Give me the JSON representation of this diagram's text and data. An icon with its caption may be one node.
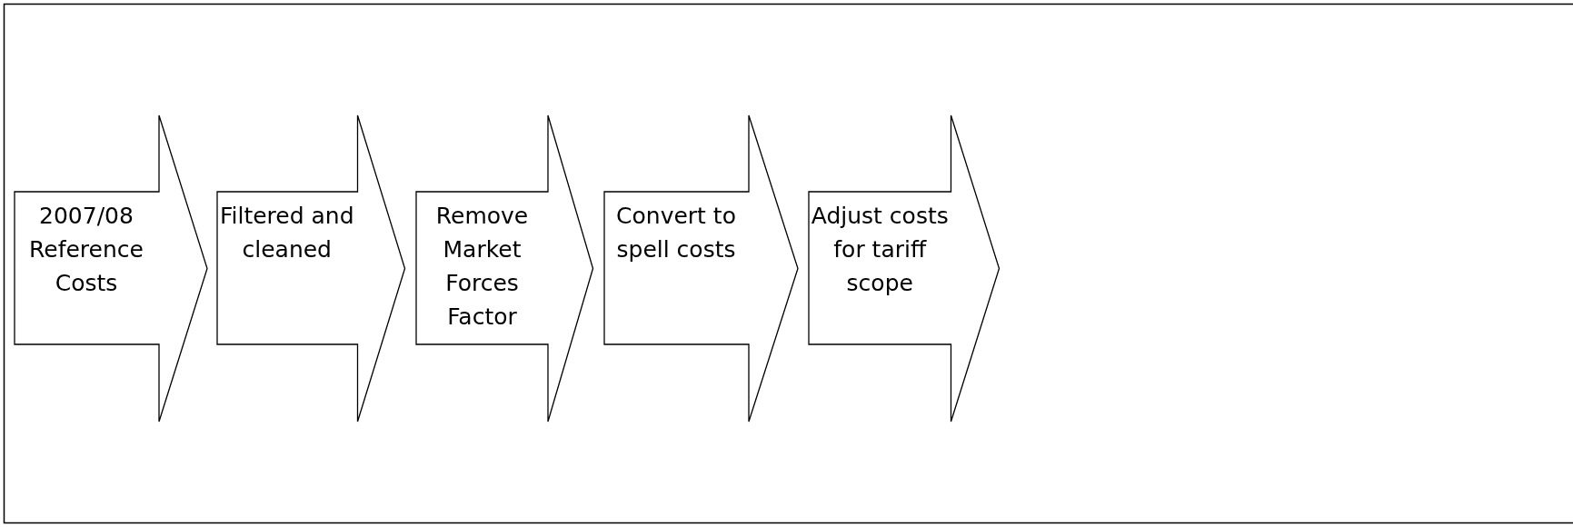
{
  "diagram": {
    "nodes": [
      {
        "text": [
          "2007/08 Reference Costs"
        ]
      },
      {
        "text": [
          "Filtered and cleaned"
        ]
      },
      {
        "text": [
          "Remove Market Forces Factor"
        ]
      },
      {
        "text": [
          "Convert to spell costs"
        ]
      },
      {
        "text": [
          "Adjust costs for tariff scope"
        ]
      }
    ]
  }
}
